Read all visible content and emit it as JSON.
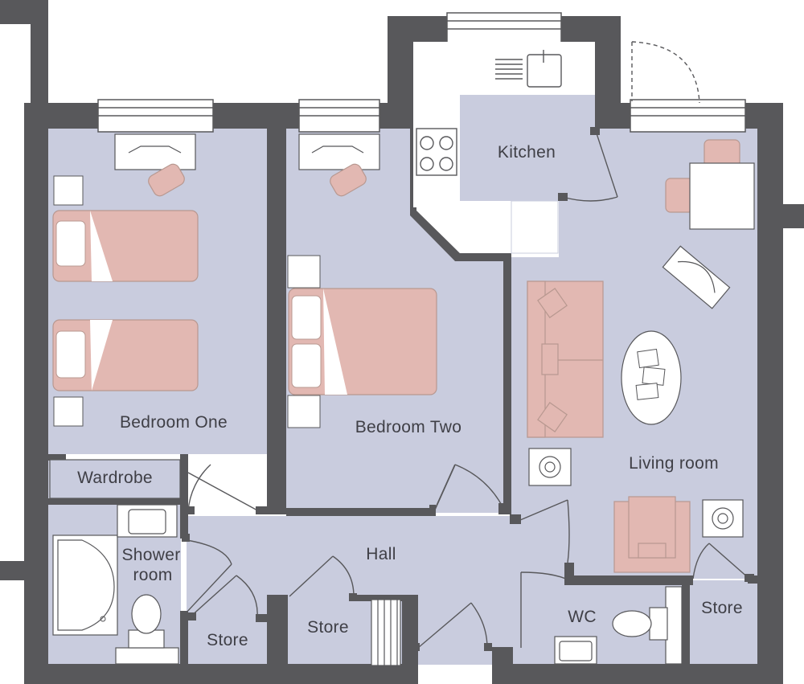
{
  "colors": {
    "wall": "#58585b",
    "floor": "#c9ccde",
    "furniture": "#e2b8b2",
    "furniture_stroke": "#b89890",
    "fixture": "#ffffff",
    "label": "#3f3f46"
  },
  "rooms": {
    "bedroom_one": "Bedroom One",
    "bedroom_two": "Bedroom Two",
    "kitchen": "Kitchen",
    "living_room": "Living room",
    "hall": "Hall",
    "wardrobe": "Wardrobe",
    "shower_room_line1": "Shower",
    "shower_room_line2": "room",
    "wc": "WC",
    "store_left": "Store",
    "store_middle": "Store",
    "store_right": "Store"
  }
}
